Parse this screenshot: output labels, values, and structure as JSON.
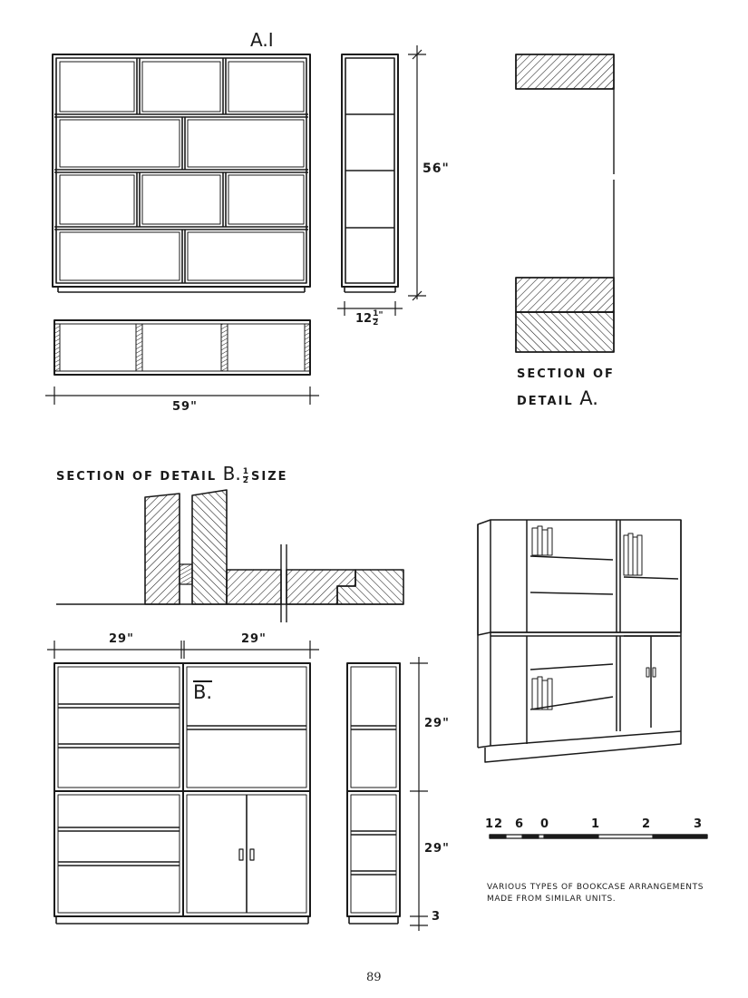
{
  "fig_a": {
    "title": "A.I",
    "height_label": "56\"",
    "depth_whole": "12",
    "depth_frac_num": "1",
    "depth_frac_den": "2",
    "depth_inch": "\"",
    "width_label": "59\"",
    "section_line1": "SECTION OF",
    "section_line2": "DETAIL",
    "section_letter": "A."
  },
  "fig_b": {
    "section_heading": "SECTION OF DETAIL",
    "section_letter": "B.",
    "scale_num": "1",
    "scale_den": "2",
    "scale_word": "SIZE",
    "left_width": "29\"",
    "right_width": "29\"",
    "label": "B.",
    "upper_height": "29\"",
    "lower_height": "29\"",
    "base_height": "3"
  },
  "scale_bar": {
    "ticks": [
      "12",
      "6",
      "0",
      "1",
      "2",
      "3"
    ]
  },
  "caption": {
    "line1": "VARIOUS TYPES OF BOOKCASE ARRANGEMENTS",
    "line2": "MADE FROM SIMILAR UNITS."
  },
  "page_number": "89"
}
